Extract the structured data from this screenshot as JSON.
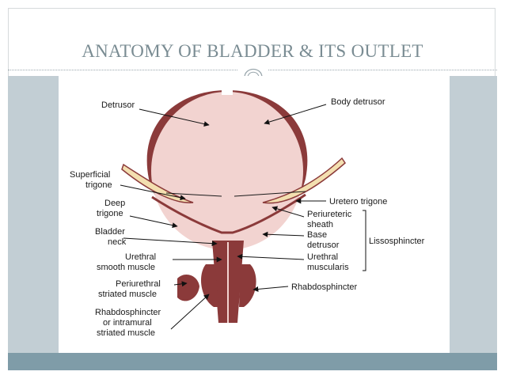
{
  "slide": {
    "title": "ANATOMY OF BLADDER & ITS OUTLET"
  },
  "colors": {
    "title": "#7a8c93",
    "side_band": "#c2ced4",
    "bottom_band": "#7f9ca8",
    "bladder_wall": "#8b3a3a",
    "bladder_lumen": "#f2d3d0",
    "trigone": "#f3dfb0"
  },
  "labels": {
    "detrusor": "Detrusor",
    "body_detrusor": "Body detrusor",
    "superficial_trigone_1": "Superficial",
    "superficial_trigone_2": "trigone",
    "deep_trigone_1": "Deep",
    "deep_trigone_2": "trigone",
    "bladder_neck_1": "Bladder",
    "bladder_neck_2": "neck",
    "urethral_smooth_1": "Urethral",
    "urethral_smooth_2": "smooth muscle",
    "periurethral_1": "Periurethral",
    "periurethral_2": "striated muscle",
    "rhabdo_intramural_1": "Rhabdosphincter",
    "rhabdo_intramural_2": "or intramural",
    "rhabdo_intramural_3": "striated muscle",
    "uretero_trigone": "Uretero trigone",
    "periureteric_1": "Periureteric",
    "periureteric_2": "sheath",
    "base_detrusor_1": "Base",
    "base_detrusor_2": "detrusor",
    "urethral_muscularis_1": "Urethral",
    "urethral_muscularis_2": "muscularis",
    "lissosphincter": "Lissosphincter",
    "rhabdosphincter": "Rhabdosphincter"
  }
}
